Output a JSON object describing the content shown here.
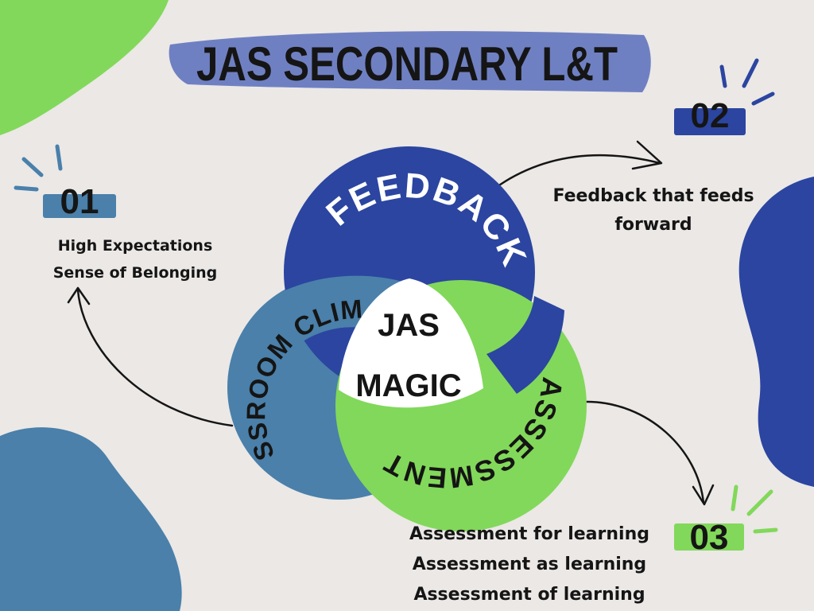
{
  "title": "JAS SECONDARY L&T",
  "center": {
    "line1": "JAS",
    "line2": "MAGIC"
  },
  "rings": [
    {
      "label": "FEEDBACK"
    },
    {
      "label": "CLASSROOM CLIMATE"
    },
    {
      "label": "ASSESSMENT"
    }
  ],
  "points": [
    {
      "number": "01",
      "lines": [
        "High Expectations",
        "Sense of Belonging"
      ]
    },
    {
      "number": "02",
      "lines": [
        "Feedback that feeds",
        "forward"
      ]
    },
    {
      "number": "03",
      "lines": [
        "Assessment for learning",
        "Assessment as learning",
        "Assessment of learning"
      ]
    }
  ],
  "colors": {
    "background": "#ebe8e6",
    "feedback_blue": "#2b45a0",
    "climate_steel_blue": "#4a80aa",
    "assessment_green": "#82d85a",
    "title_bar": "#6f80c2",
    "text": "#151515"
  }
}
